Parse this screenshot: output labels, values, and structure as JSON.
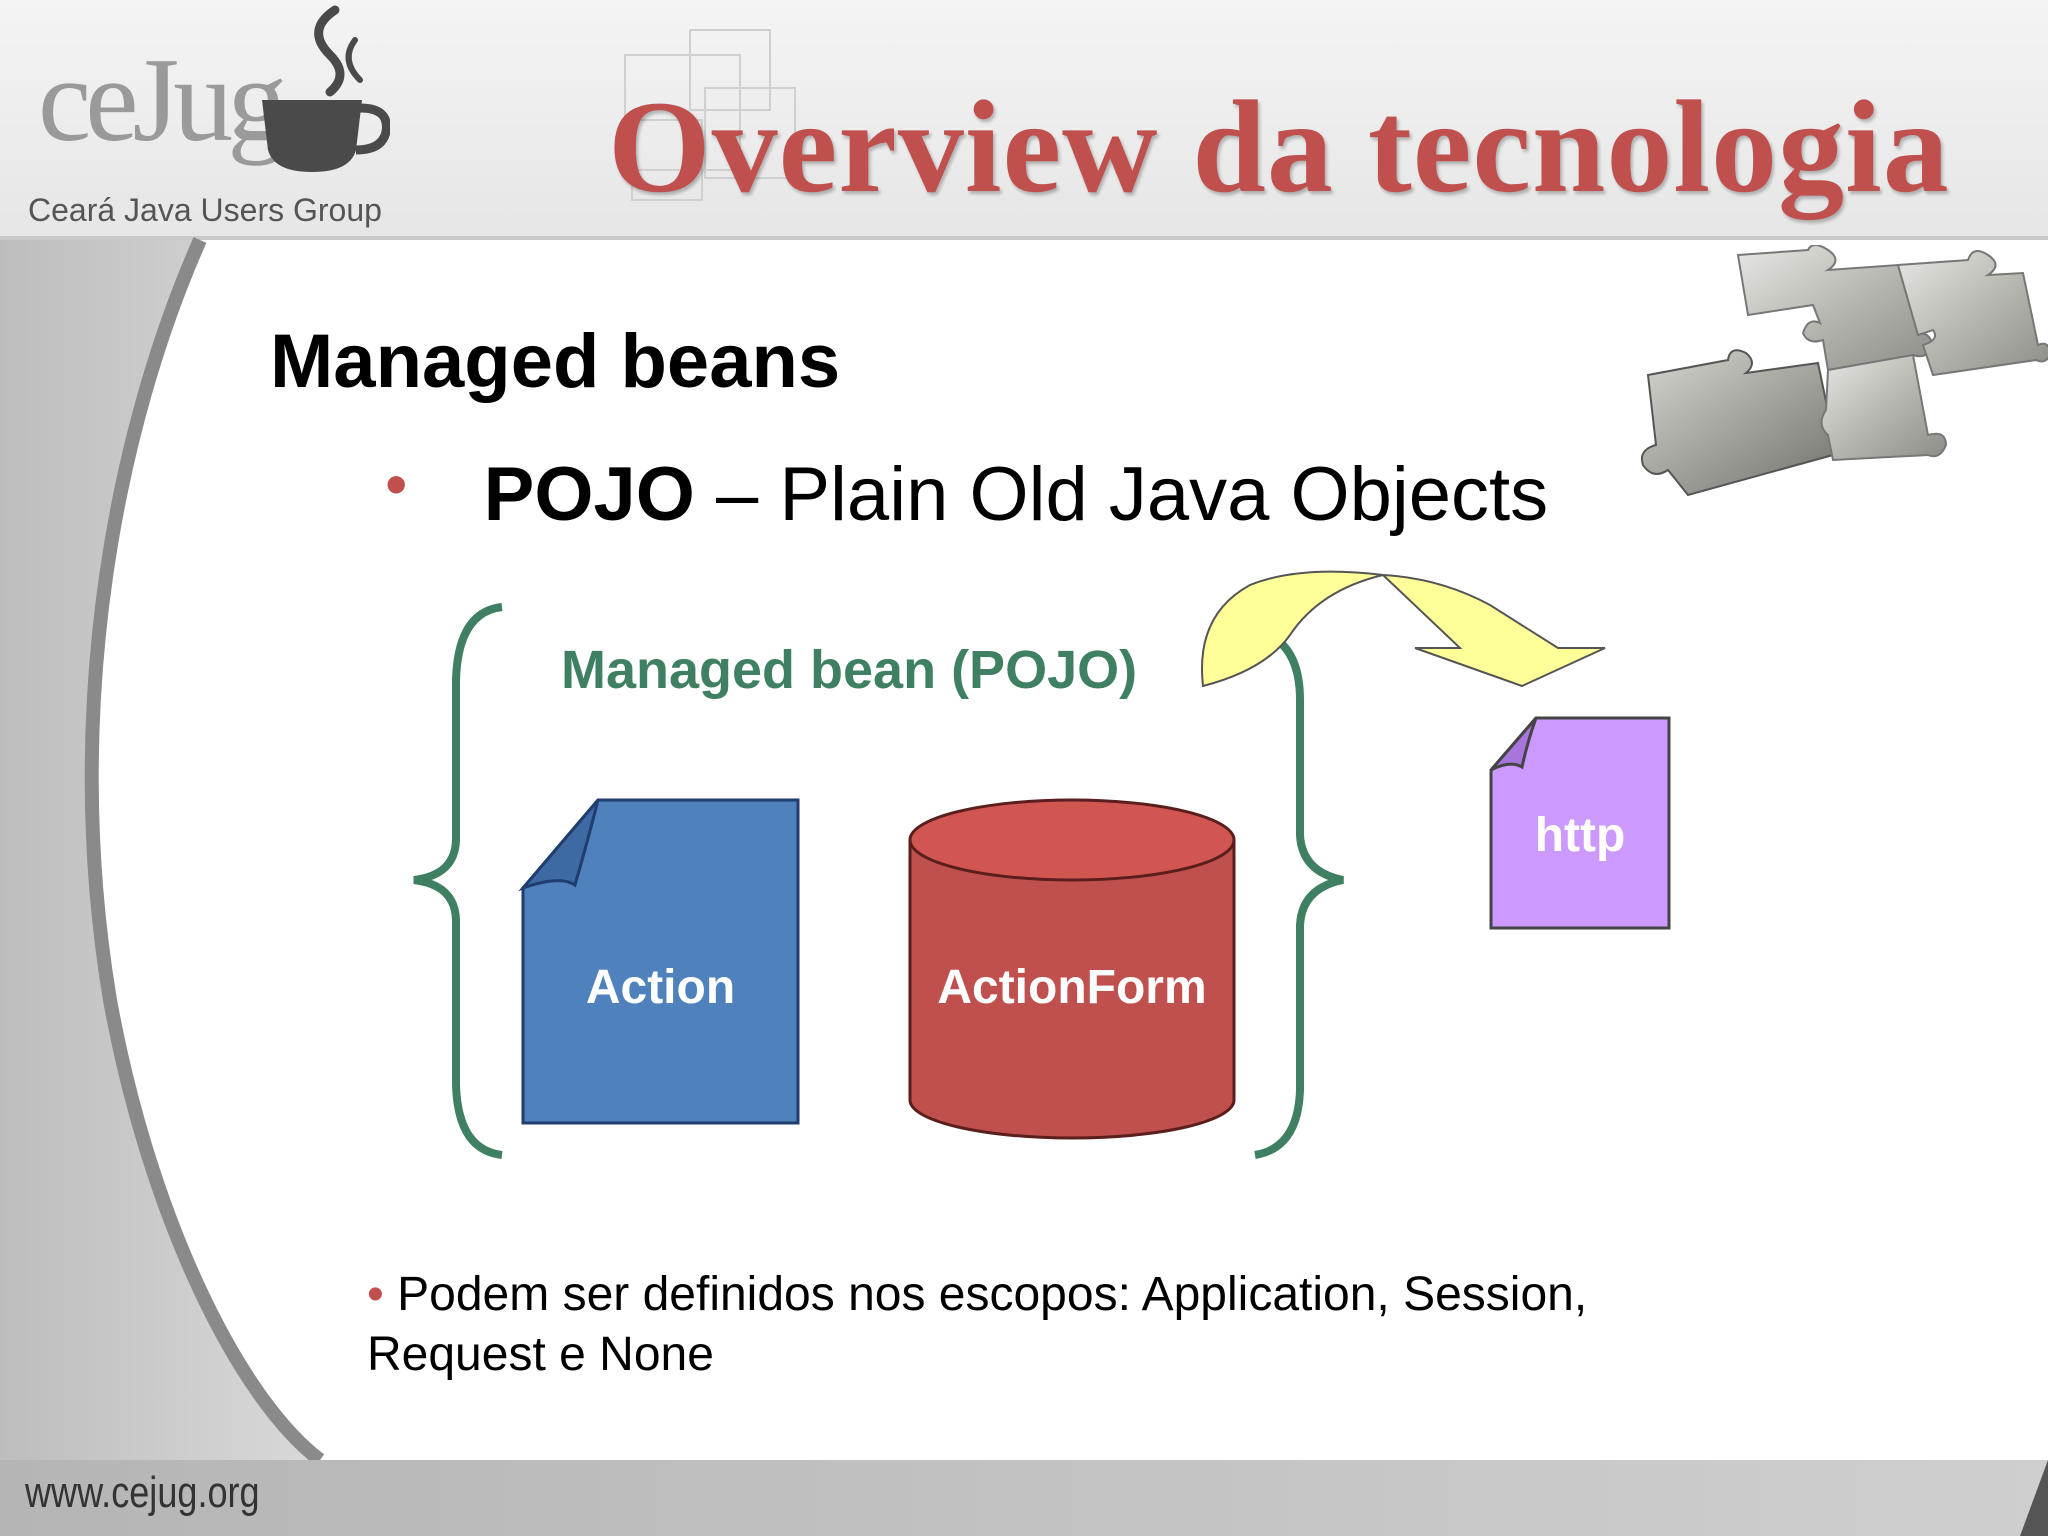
{
  "header": {
    "logo_text": "ceJug",
    "logo_subtitle": "Ceará Java Users Group",
    "title": "Overview da tecnologia"
  },
  "content": {
    "heading": "Managed beans",
    "bullet_bold": "POJO",
    "bullet_rest": " – Plain Old Java Objects",
    "bullet_marker": "•"
  },
  "diagram": {
    "group_label": "Managed bean (POJO)",
    "action_label": "Action",
    "actionform_label": "ActionForm",
    "http_label": "http",
    "colors": {
      "brace": "#3f7f62",
      "action": "#4f81bd",
      "actionform": "#c0504d",
      "http": "#cc99ff",
      "arrow": "#ffff99"
    }
  },
  "note": {
    "marker": "•",
    "line1": " Podem ser definidos nos escopos: Application, Session,",
    "line2": "Request e None"
  },
  "footer": {
    "url": "www.cejug.org"
  }
}
